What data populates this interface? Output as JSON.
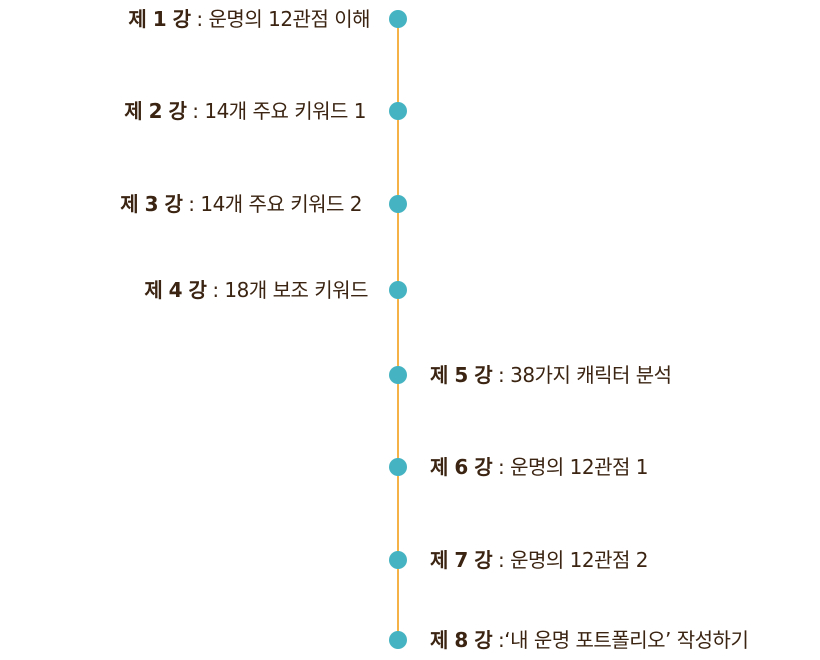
{
  "colors": {
    "line": "#f5b247",
    "dot": "#45b3c1",
    "text": "#3b2412"
  },
  "lectures": [
    {
      "num": "제 1 강",
      "title": " : 운명의 12관점 이해",
      "side": "left"
    },
    {
      "num": "제 2 강",
      "title": " : 14개 주요 키워드 1",
      "side": "left"
    },
    {
      "num": "제 3 강",
      "title": " : 14개 주요 키워드 2",
      "side": "left"
    },
    {
      "num": "제 4 강",
      "title": " : 18개 보조 키워드",
      "side": "left"
    },
    {
      "num": "제 5 강",
      "title": " : 38가지 캐릭터 분석",
      "side": "right"
    },
    {
      "num": "제 6 강",
      "title": " : 운명의 12관점 1",
      "side": "right"
    },
    {
      "num": "제 7 강",
      "title": " : 운명의 12관점 2",
      "side": "right"
    },
    {
      "num": "제 8 강",
      "title": " :‘내 운명 포트폴리오’ 작성하기",
      "side": "right"
    }
  ]
}
